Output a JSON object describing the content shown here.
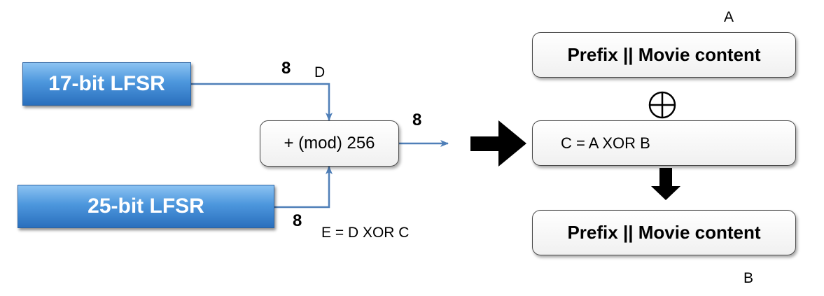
{
  "lfsr_top": {
    "label": "17-bit LFSR"
  },
  "lfsr_bottom": {
    "label": "25-bit LFSR"
  },
  "adder": {
    "label": "+ (mod) 256"
  },
  "bit_width_top": "8",
  "bit_width_bottom": "8",
  "bit_width_output": "8",
  "label_d": "D",
  "label_e": "E = D XOR C",
  "label_a": "A",
  "label_b": "B",
  "box_a": {
    "label": "Prefix || Movie content"
  },
  "box_c": {
    "label": "C = A XOR B"
  },
  "box_b": {
    "label": "Prefix || Movie content"
  },
  "xor_symbol": "xor-circle-icon",
  "colors": {
    "lfsr_fill": "#4d97dd",
    "connector": "#4f7fb8",
    "arrow_fill": "#000000"
  }
}
